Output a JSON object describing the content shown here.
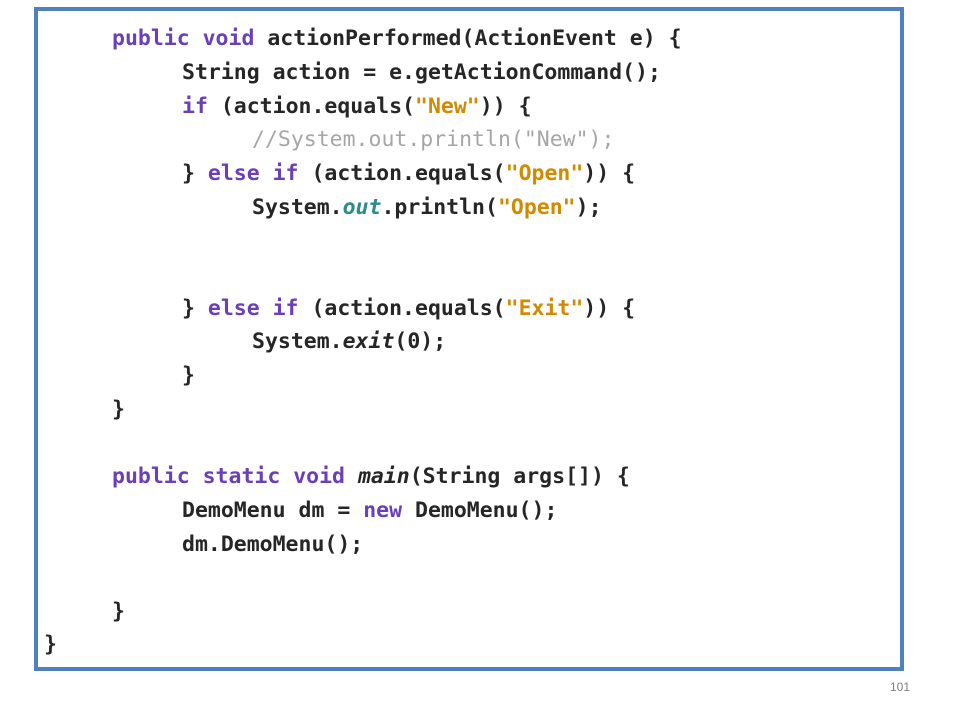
{
  "code": {
    "lines": [
      {
        "indent": 1,
        "tokens": [
          {
            "t": "public void ",
            "c": "kw"
          },
          {
            "t": "actionPerformed(ActionEvent e) {",
            "c": ""
          }
        ]
      },
      {
        "indent": 2,
        "tokens": [
          {
            "t": "String action = e.getActionCommand();",
            "c": ""
          }
        ]
      },
      {
        "indent": 2,
        "tokens": [
          {
            "t": "if ",
            "c": "kw"
          },
          {
            "t": "(action.equals(",
            "c": ""
          },
          {
            "t": "\"New\"",
            "c": "str"
          },
          {
            "t": ")) {",
            "c": ""
          }
        ]
      },
      {
        "indent": 3,
        "tokens": [
          {
            "t": "//System.out.println(\"New\");",
            "c": "cmt"
          }
        ]
      },
      {
        "indent": 2,
        "tokens": [
          {
            "t": "} ",
            "c": ""
          },
          {
            "t": "else if ",
            "c": "kw"
          },
          {
            "t": "(action.equals(",
            "c": ""
          },
          {
            "t": "\"Open\"",
            "c": "str"
          },
          {
            "t": ")) {",
            "c": ""
          }
        ]
      },
      {
        "indent": 3,
        "tokens": [
          {
            "t": "System.",
            "c": ""
          },
          {
            "t": "out",
            "c": "fld"
          },
          {
            "t": ".println(",
            "c": ""
          },
          {
            "t": "\"Open\"",
            "c": "str"
          },
          {
            "t": ");",
            "c": ""
          }
        ]
      },
      {
        "indent": 0,
        "tokens": []
      },
      {
        "indent": 0,
        "tokens": []
      },
      {
        "indent": 2,
        "tokens": [
          {
            "t": "} ",
            "c": ""
          },
          {
            "t": "else if ",
            "c": "kw"
          },
          {
            "t": "(action.equals(",
            "c": ""
          },
          {
            "t": "\"Exit\"",
            "c": "str"
          },
          {
            "t": ")) {",
            "c": ""
          }
        ]
      },
      {
        "indent": 3,
        "tokens": [
          {
            "t": "System.",
            "c": ""
          },
          {
            "t": "exit",
            "c": "itl"
          },
          {
            "t": "(0);",
            "c": ""
          }
        ]
      },
      {
        "indent": 2,
        "tokens": [
          {
            "t": "}",
            "c": ""
          }
        ]
      },
      {
        "indent": 1,
        "tokens": [
          {
            "t": "}",
            "c": ""
          }
        ]
      },
      {
        "indent": 0,
        "tokens": []
      },
      {
        "indent": 1,
        "tokens": [
          {
            "t": "public static void ",
            "c": "kw"
          },
          {
            "t": "main",
            "c": "itl"
          },
          {
            "t": "(String args[]) {",
            "c": ""
          }
        ]
      },
      {
        "indent": 2,
        "tokens": [
          {
            "t": "DemoMenu dm = ",
            "c": ""
          },
          {
            "t": "new ",
            "c": "kw"
          },
          {
            "t": "DemoMenu();",
            "c": ""
          }
        ]
      },
      {
        "indent": 2,
        "tokens": [
          {
            "t": "dm.DemoMenu();",
            "c": ""
          }
        ]
      },
      {
        "indent": 0,
        "tokens": []
      },
      {
        "indent": 1,
        "tokens": [
          {
            "t": "}",
            "c": ""
          }
        ]
      },
      {
        "indent": 0,
        "tokens": [
          {
            "t": "}",
            "c": ""
          }
        ]
      }
    ]
  },
  "colors": {
    "border": "#4f81bd",
    "keyword": "#6a3fb8",
    "string": "#d28a00",
    "comment": "#a6a6a6",
    "static_field": "#2e8b8b",
    "text": "#262626"
  },
  "footer": {
    "page_number": "101"
  }
}
